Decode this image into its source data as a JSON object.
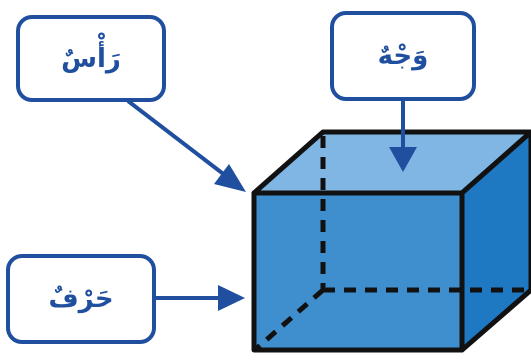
{
  "labels": {
    "vertex": "رَأْسٌ",
    "face": "وَجْهٌ",
    "edge": "حَرْفٌ"
  },
  "colors": {
    "outline": "#1f4f9e",
    "cube_front": "#3f8fcf",
    "cube_top": "#7fb6e3",
    "cube_side": "#1f78c2",
    "cube_edge": "#111111"
  }
}
